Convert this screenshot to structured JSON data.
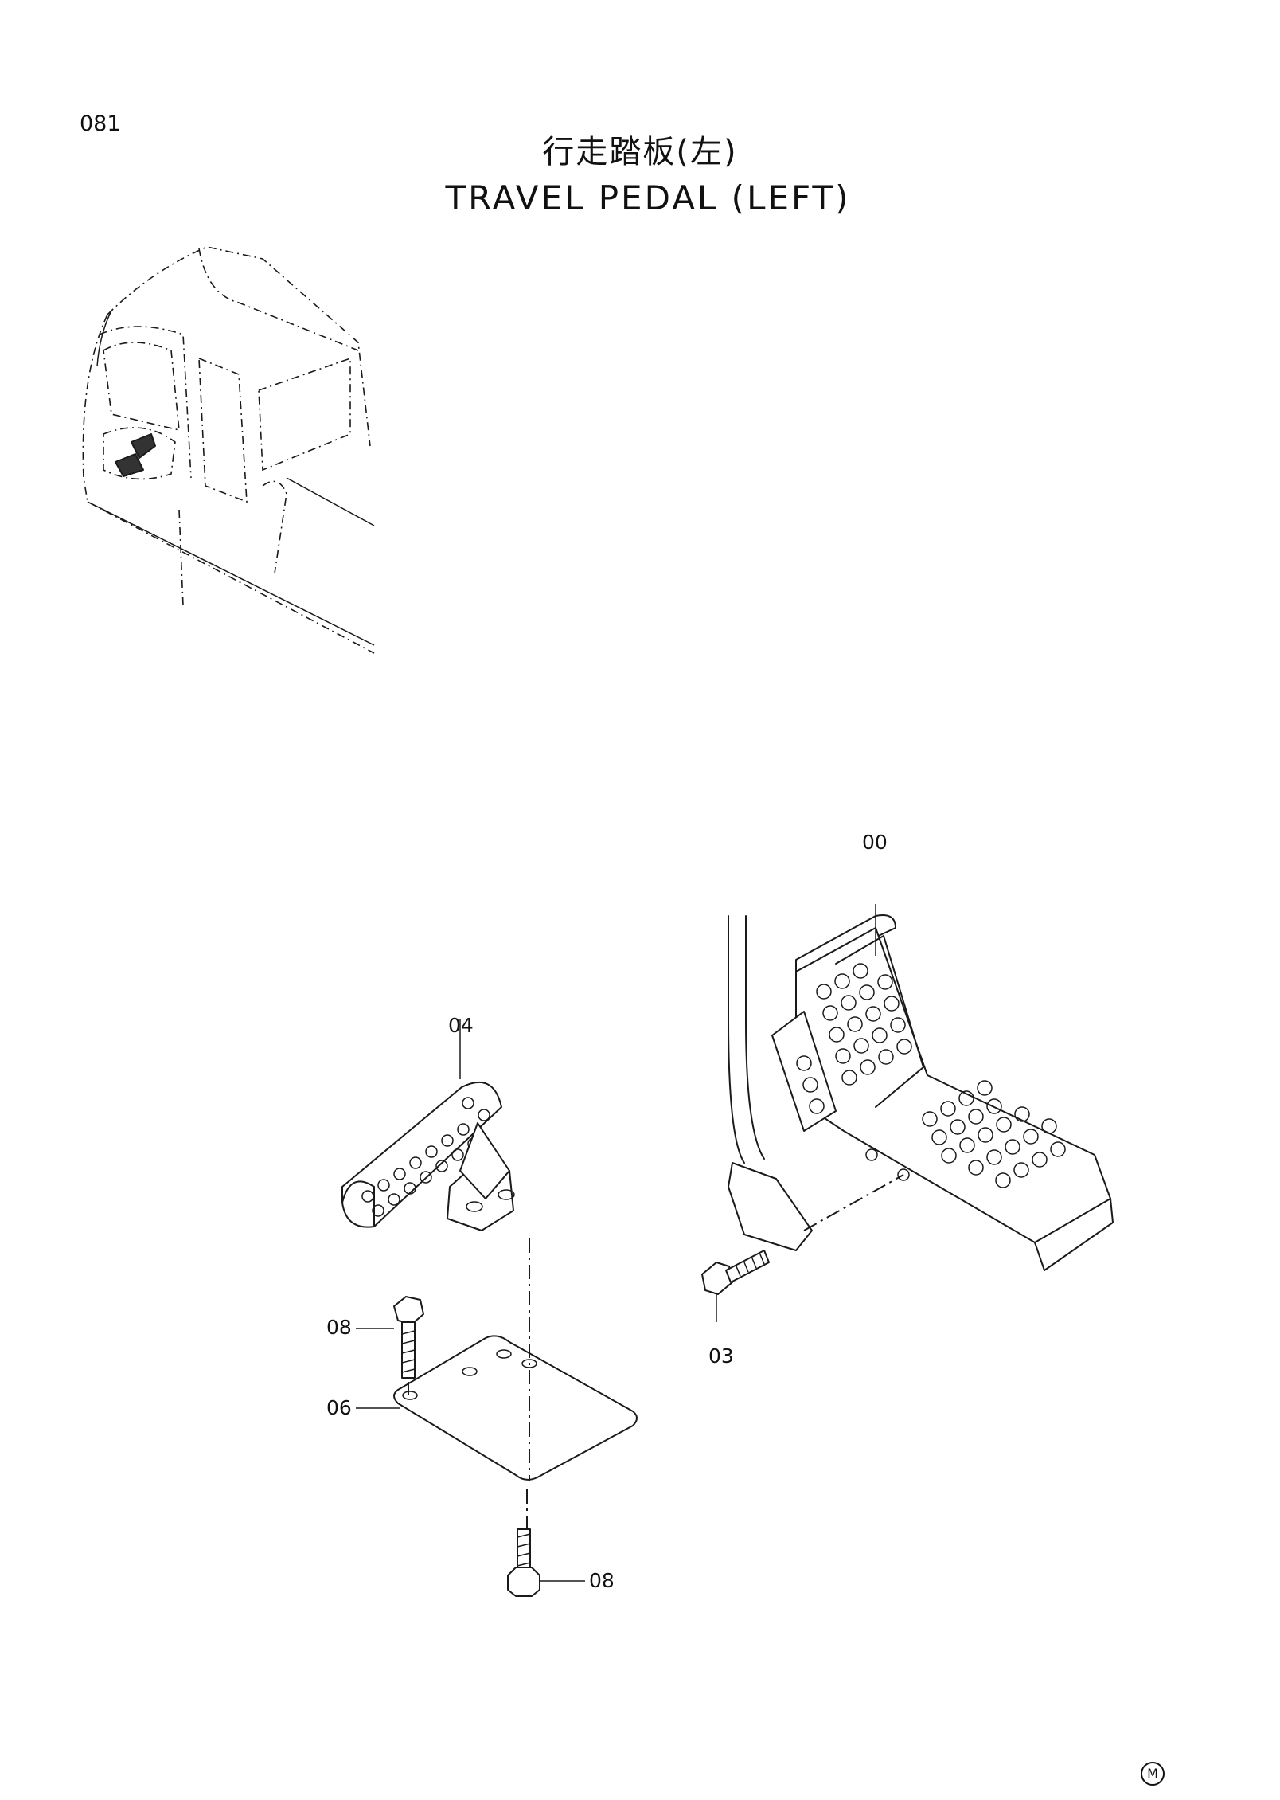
{
  "header": {
    "page_number": "081",
    "title_cn": "行走踏板(左)",
    "title_en": "TRAVEL PEDAL (LEFT)"
  },
  "callouts": {
    "c00": "00",
    "c04": "04",
    "c08_top": "08",
    "c06": "06",
    "c03": "03",
    "c08_bottom": "08"
  },
  "footer": {
    "mark": "M"
  }
}
